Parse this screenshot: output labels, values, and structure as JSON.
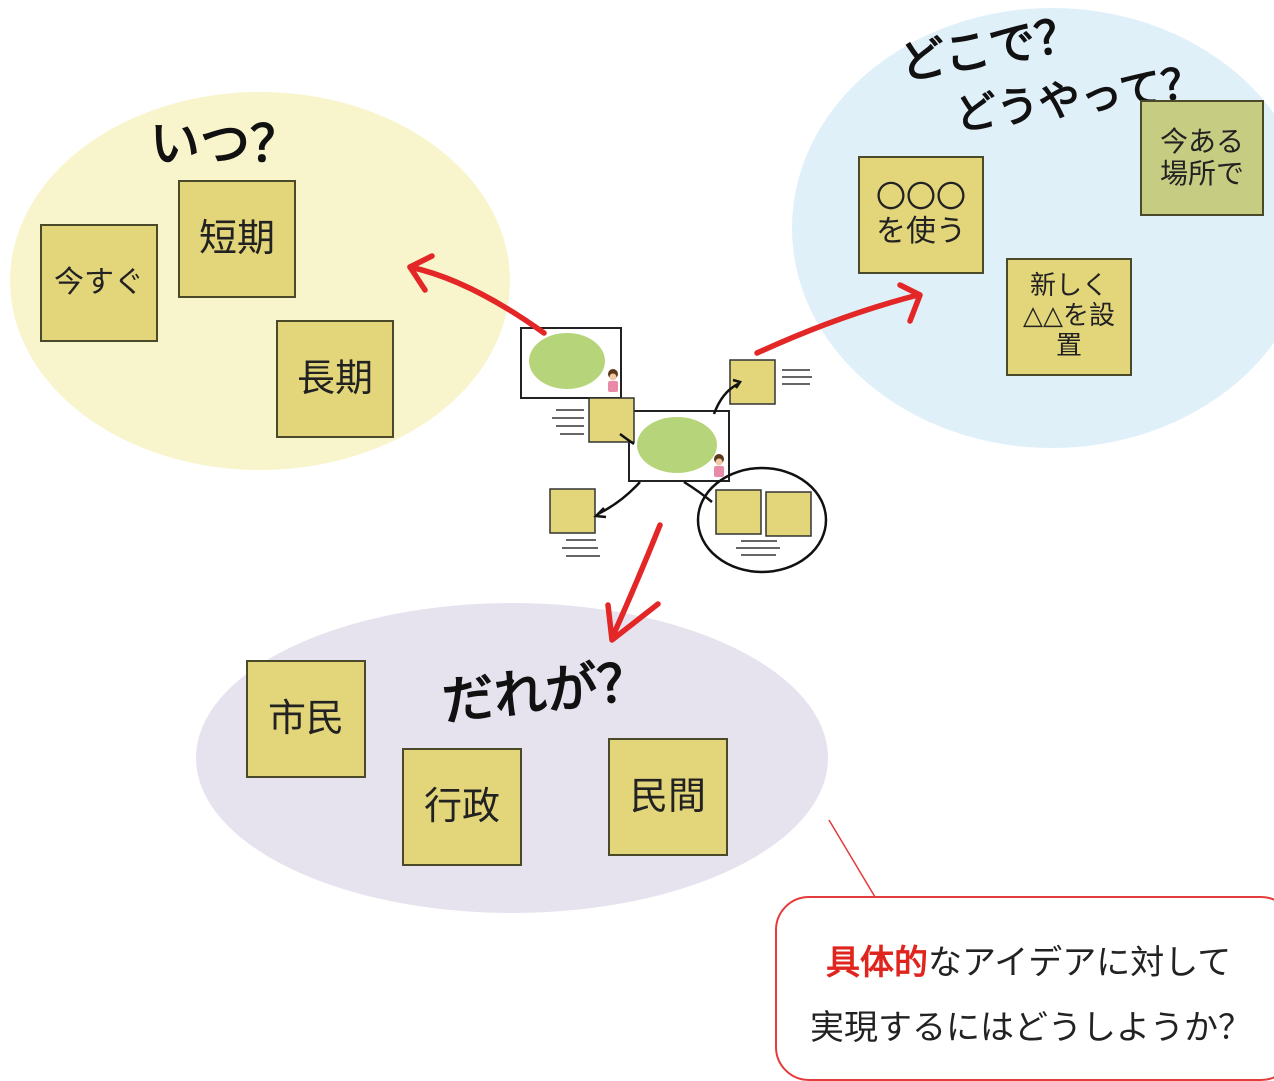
{
  "colors": {
    "when_zone": "#f8f4cc",
    "where_zone": "#dff0f9",
    "who_zone": "#e6e3ef",
    "arrow": "#e32626",
    "sticky_note": "#e3d67a",
    "sticky_note_alt": "#c6cc82",
    "callout_border": "#e43b3b",
    "emphasis_text": "#e0251f",
    "mini_ellipse": "#b6d57a"
  },
  "when": {
    "heading": "いつ？",
    "notes": [
      "今すぐ",
      "短期",
      "長期"
    ]
  },
  "where": {
    "heading_line1": "どこで？",
    "heading_line2": "どうやって？",
    "notes": [
      "今ある場所で",
      "〇〇〇を使う",
      "新しく△△を設置"
    ]
  },
  "who": {
    "heading": "だれが？",
    "notes": [
      "市民",
      "行政",
      "民間"
    ]
  },
  "callout": {
    "emphasis": "具体的",
    "line1_rest": "なアイデアに対して",
    "line2": "実現するにはどうしようか？"
  }
}
